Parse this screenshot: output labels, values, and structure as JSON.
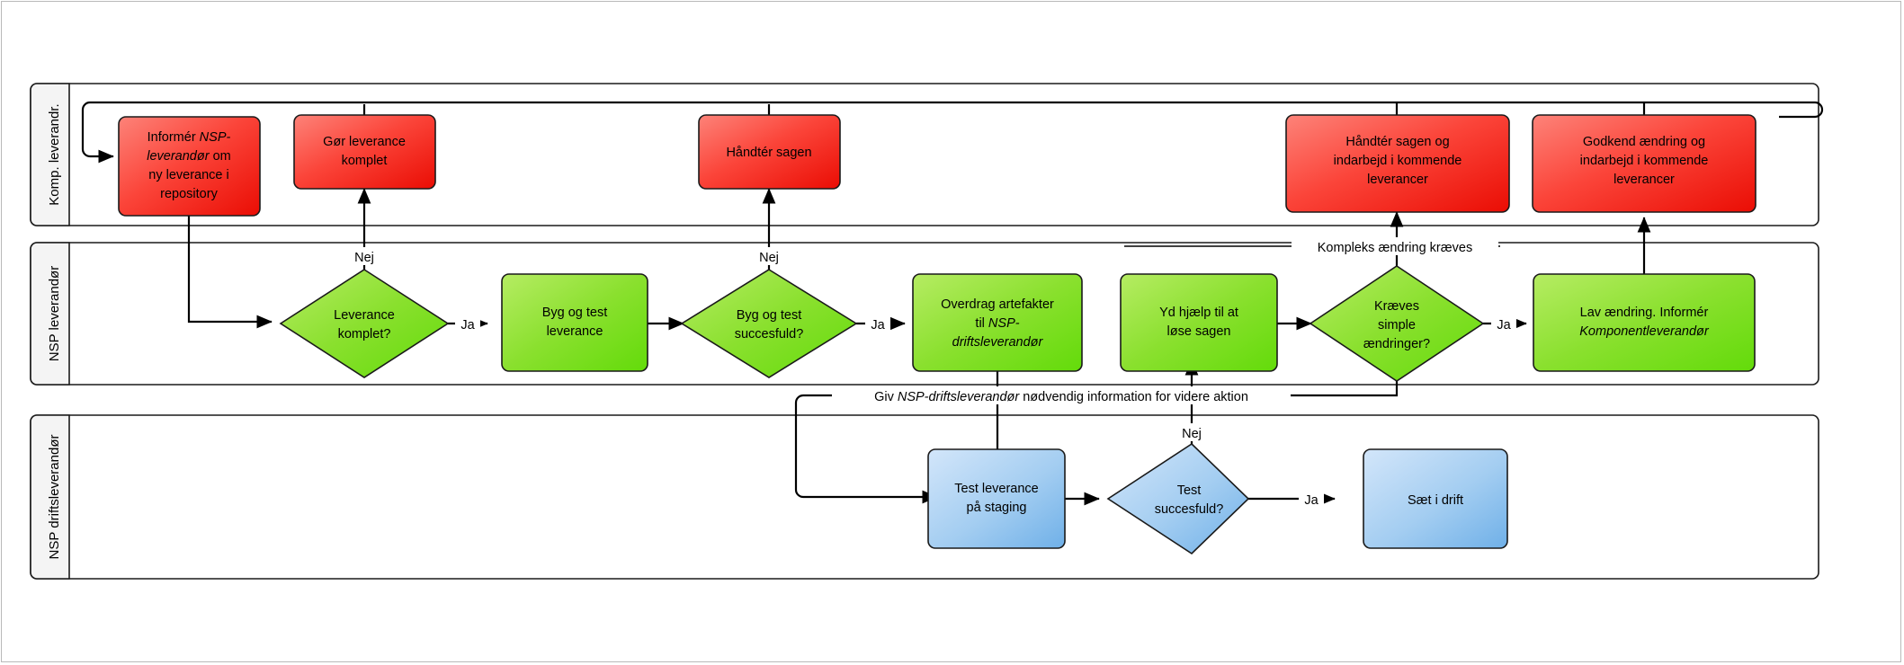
{
  "diagram": {
    "title": "NSP leverance og fejlhaandtering swimlane",
    "language": "da",
    "colors": {
      "red_light": "#fb6a5f",
      "red_dark": "#ee1c12",
      "green_light": "#a6e84a",
      "green_dark": "#66dd11",
      "blue_light": "#c2ddf5",
      "blue_dark": "#6aaee6",
      "lane_header_bg": "#f4f4f4",
      "stroke": "#1a1a1a",
      "frame": "#b9b9b9"
    }
  },
  "lanes": [
    {
      "id": "lane-komp",
      "label": "Komp. leverandr."
    },
    {
      "id": "lane-nsp",
      "label": "NSP leverandør"
    },
    {
      "id": "lane-drift",
      "label": "NSP driftsleverandør"
    }
  ],
  "nodes": [
    {
      "id": "informer-nsp-leverandor",
      "lane": "lane-komp",
      "shape": "process",
      "color": "red",
      "lines": [
        {
          "text": "Informér ",
          "style": "normal"
        },
        {
          "text": "NSP-",
          "style": "italic"
        },
        {
          "text": "leverandør",
          "style": "italic"
        },
        {
          "text": " om",
          "style": "normal"
        },
        {
          "text": "ny leverance i",
          "style": "normal"
        },
        {
          "text": "repository",
          "style": "normal"
        }
      ],
      "label": "Informér NSP-leverandør om ny leverance i repository"
    },
    {
      "id": "gor-leverance-komplet",
      "lane": "lane-komp",
      "shape": "process",
      "color": "red",
      "label": "Gør leverance komplet"
    },
    {
      "id": "handter-sagen",
      "lane": "lane-komp",
      "shape": "process",
      "color": "red",
      "label": "Håndtér sagen"
    },
    {
      "id": "handter-sagen-indarbejd",
      "lane": "lane-komp",
      "shape": "process",
      "color": "red",
      "label": "Håndtér sagen og indarbejd i kommende leverancer"
    },
    {
      "id": "godkend-aendring-indarbejd",
      "lane": "lane-komp",
      "shape": "process",
      "color": "red",
      "label": "Godkend ændring og indarbejd i kommende leverancer"
    },
    {
      "id": "leverance-komplet",
      "lane": "lane-nsp",
      "shape": "decision",
      "color": "green",
      "label": "Leverance komplet?"
    },
    {
      "id": "byg-og-test-leverance",
      "lane": "lane-nsp",
      "shape": "process",
      "color": "green",
      "label": "Byg og test leverance"
    },
    {
      "id": "byg-og-test-succesfuld",
      "lane": "lane-nsp",
      "shape": "decision",
      "color": "green",
      "label": "Byg og test succesfuld?"
    },
    {
      "id": "overdrag-artefakter",
      "lane": "lane-nsp",
      "shape": "process",
      "color": "green",
      "label": "Overdrag artefakter til NSP-driftsleverandør"
    },
    {
      "id": "yd-hjaelp",
      "lane": "lane-nsp",
      "shape": "process",
      "color": "green",
      "label": "Yd hjælp til at løse sagen"
    },
    {
      "id": "kraeves-simple-aendringer",
      "lane": "lane-nsp",
      "shape": "decision",
      "color": "green",
      "label": "Kræves simple ændringer?"
    },
    {
      "id": "lav-aendring-informer",
      "lane": "lane-nsp",
      "shape": "process",
      "color": "green",
      "label": "Lav ændring. Informér Komponentleverandør"
    },
    {
      "id": "test-leverance-staging",
      "lane": "lane-drift",
      "shape": "process",
      "color": "blue",
      "label": "Test leverance på staging"
    },
    {
      "id": "test-succesfuld",
      "lane": "lane-drift",
      "shape": "decision",
      "color": "blue",
      "label": "Test succesfuld?"
    },
    {
      "id": "saet-i-drift",
      "lane": "lane-drift",
      "shape": "process",
      "color": "blue",
      "label": "Sæt i drift"
    }
  ],
  "node_text": {
    "informer_l1_a": "Informér ",
    "informer_l1_b": "NSP-",
    "informer_l2_a": "leverandør",
    "informer_l2_b": " om",
    "informer_l3": "ny leverance i",
    "informer_l4": "repository",
    "gor_l1": "Gør leverance",
    "gor_l2": "komplet",
    "handter_l1": "Håndtér sagen",
    "handter_ind_l1": "Håndtér sagen og",
    "handter_ind_l2": "indarbejd i kommende",
    "handter_ind_l3": "leverancer",
    "godkend_l1": "Godkend ændring og",
    "godkend_l2": "indarbejd i kommende",
    "godkend_l3": "leverancer",
    "lev_komplet_l1": "Leverance",
    "lev_komplet_l2": "komplet?",
    "byg_test_l1": "Byg og test",
    "byg_test_l2": "leverance",
    "byg_succ_l1": "Byg og test",
    "byg_succ_l2": "succesfuld?",
    "overdrag_l1": "Overdrag artefakter",
    "overdrag_l2_a": "til ",
    "overdrag_l2_b": "NSP-",
    "overdrag_l3": "driftsleverandør",
    "yd_l1": "Yd hjælp til at",
    "yd_l2": "løse sagen",
    "kraeves_l1": "Kræves",
    "kraeves_l2": "simple",
    "kraeves_l3": "ændringer?",
    "lav_l1": "Lav ændring. Informér",
    "lav_l2": "Komponentleverandør",
    "test_lev_l1": "Test leverance",
    "test_lev_l2": "på staging",
    "test_succ_l1": "Test",
    "test_succ_l2": "succesfuld?",
    "saet_l1": "Sæt i drift"
  },
  "edge_labels": {
    "nej_leverance": "Nej",
    "ja_leverance": "Ja",
    "nej_byg": "Nej",
    "ja_byg": "Ja",
    "nej_test": "Nej",
    "ja_test": "Ja",
    "ja_kraeves": "Ja",
    "kompleks": "Kompleks ændring kræves",
    "giv_info_a": "Giv ",
    "giv_info_b": "NSP-driftsleverandør",
    "giv_info_c": " nødvendig information for videre aktion"
  }
}
